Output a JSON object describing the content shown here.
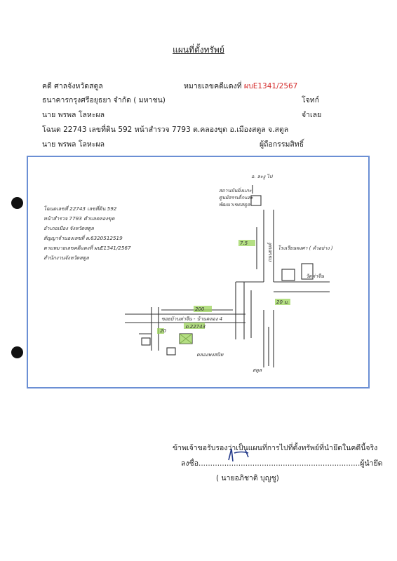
{
  "document": {
    "title": "แผนที่ตั้งทรัพย์",
    "case_court_label": "คดี ศาลจังหวัดสตูล",
    "case_number_label": "หมายเลขคดีแดงที่",
    "case_number_value": "ผบE1341/2567",
    "plaintiff_name": "ธนาคารกรุงศรีอยุธยา จำกัด ( มหาชน)",
    "plaintiff_role": "โจทก์",
    "defendant_name": "นาย พรพล โลหะผล",
    "defendant_role": "จำเลย",
    "deed_info": "โฉนด 22743  เลขที่ดิน 592 หน้าสำรวจ 7793 ต.คลองขุด อ.เมืองสตูล  จ.สตูล",
    "owner_name": "นาย พรพล โลหะผล",
    "owner_role": "ผู้ถือกรรมสิทธิ์"
  },
  "map": {
    "note_lines": [
      "โฉนดเลขที่ 22743  เลขที่ดิน 592",
      "หน้าสำรวจ 7793  ตำบลคลองขุด",
      "อำเภอเมือง  จังหวัดสตูล",
      "สัญญาจำนองเลขที่ ผ.6320512519",
      "ตามหมายเลขคดีแดงที่ ผบE1341/2567",
      "สำนักงานจังหวัดสตูล"
    ],
    "north_label": "อ. ละงู ไป",
    "south_label": "สตูล",
    "building_label_1": "สถานบันยิ่งแกะ",
    "building_label_2": "ศูนย์สรรเด็กและ",
    "building_label_3": "พัฒนาเขตสตูล",
    "school_label": "โรงเรียนพงศา ( ตัวอย่าง )",
    "temple_label": "วัดท่าจีน",
    "road_label": "ถนนยนต์",
    "lane_label": "ซอยบ้านท่าจีน - บ้านคลอง 4",
    "plot_label": "ต.22743",
    "canal_label": "คลองพงสนิท",
    "distance_1": "7.5",
    "distance_2": "200",
    "distance_3": "20 ม.",
    "distance_4": "20"
  },
  "signature": {
    "certify_text": "ข้าพเจ้าขอรับรองว่าเป็นแผนที่การไปที่ตั้งทรัพย์ที่นำยึดในคดีนี้จริง",
    "sign_label": "ลงชื่อ.....................................................................ผู้นำยึด",
    "signer_name": "( นายอภิชาติ  บุญชู)"
  }
}
